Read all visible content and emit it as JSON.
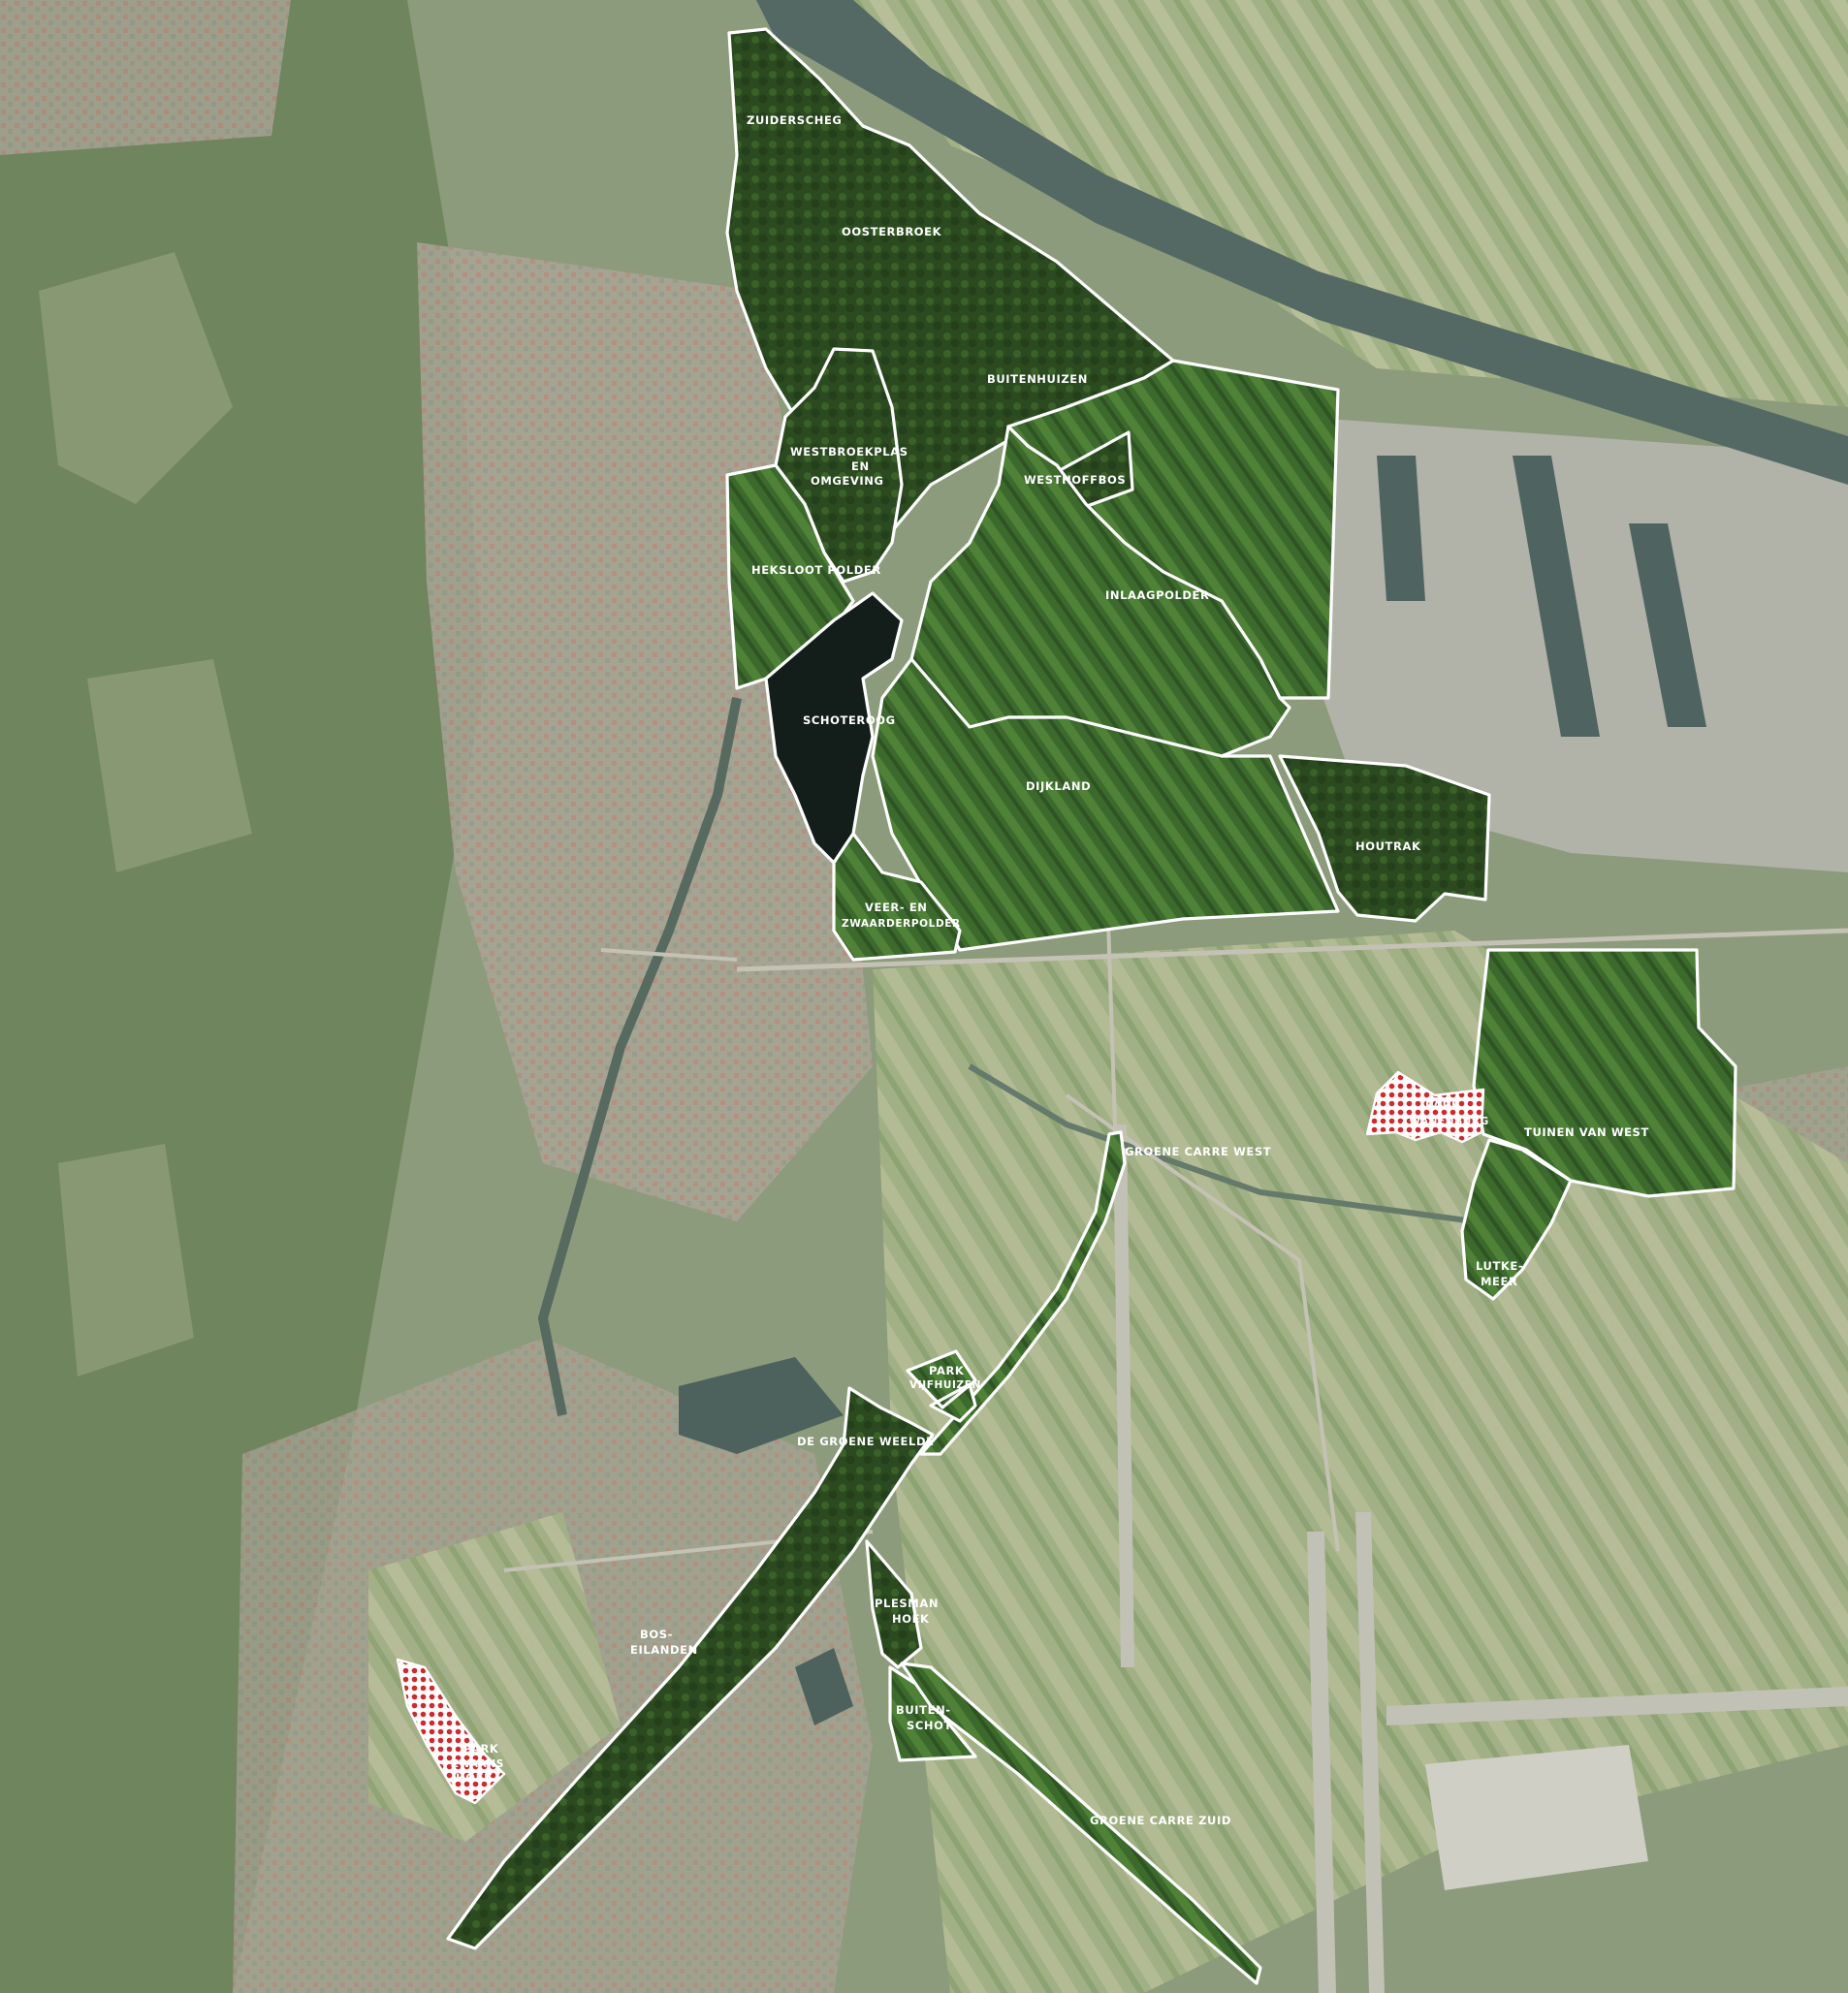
{
  "map": {
    "areas": [
      {
        "key": "zuiderscheg",
        "label": "ZUIDERSCHEG"
      },
      {
        "key": "oosterbroek",
        "label": "OOSTERBROEK"
      },
      {
        "key": "buitenhuizen",
        "label": "BUITENHUIZEN"
      },
      {
        "key": "westbroekplas",
        "label_lines": [
          "WESTBROEKPLAS",
          "EN",
          "OMGEVING"
        ]
      },
      {
        "key": "westhoffbos",
        "label": "WESTHOFFBOS"
      },
      {
        "key": "heksloot",
        "label": "HEKSLOOT POLDER"
      },
      {
        "key": "inlaagpolder",
        "label": "INLAAGPOLDER"
      },
      {
        "key": "schoteroog",
        "label": "SCHOTEROOG"
      },
      {
        "key": "dijkland",
        "label": "DIJKLAND"
      },
      {
        "key": "houtrak",
        "label": "HOUTRAK"
      },
      {
        "key": "veer",
        "label_lines": [
          "VEER- EN",
          "ZWAARDERPOLDER"
        ]
      },
      {
        "key": "park_zwanenburg",
        "label_lines": [
          "PARK",
          "ZWANENBURG"
        ]
      },
      {
        "key": "tuinen_van_west",
        "label": "TUINEN VAN WEST"
      },
      {
        "key": "lutkemeer",
        "label_lines": [
          "LUTKE-",
          "MEER"
        ]
      },
      {
        "key": "groene_carre_west",
        "label": "GROENE CARRE WEST"
      },
      {
        "key": "park_vijfhuizen",
        "label_lines": [
          "PARK",
          "VIJFHUIZEN"
        ]
      },
      {
        "key": "de_groene_weelde",
        "label": "DE GROENE WEELDE"
      },
      {
        "key": "plesmanhoek",
        "label_lines": [
          "PLESMAN",
          "HOEK"
        ]
      },
      {
        "key": "bos_eilanden",
        "label_lines": [
          "BOS-",
          "EILANDEN"
        ]
      },
      {
        "key": "buitenschot",
        "label_lines": [
          "BUITEN-",
          "SCHOT"
        ]
      },
      {
        "key": "park_zwaanshoek",
        "label_lines": [
          "PARK",
          "ZWAANS",
          "HOEK"
        ]
      },
      {
        "key": "groene_carre_zuid",
        "label": "GROENE CARRE ZUID"
      }
    ],
    "colors": {
      "background": "#8a9a78",
      "dunes": "#6f8560",
      "urban": "#a8a698",
      "polder_light": "#a6b488",
      "water": "#5a6d63",
      "area_dark": "#2c4a22",
      "area_mid": "#3f6a30",
      "area_light": "#4d7b38",
      "lake": "#15201d",
      "outline": "#ffffff",
      "hatch_red": "#d6262b"
    }
  }
}
